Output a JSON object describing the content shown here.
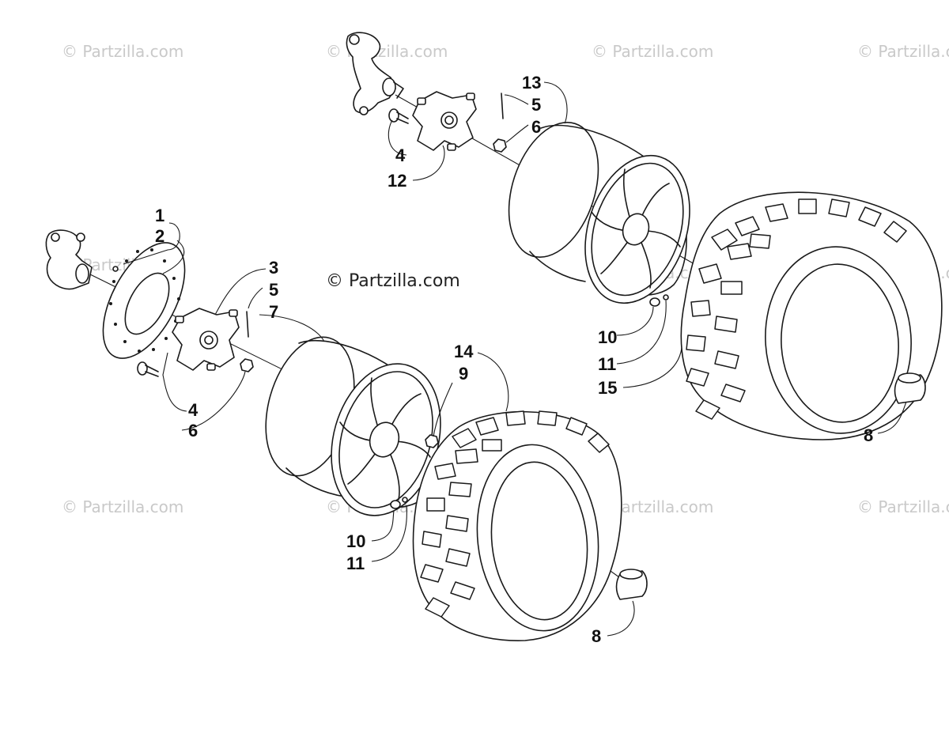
{
  "watermarks": {
    "text": "© Partzilla.com",
    "center_text": "© Partzilla.com"
  },
  "callouts": {
    "c1": "1",
    "c2": "2",
    "c3": "3",
    "c4_left": "4",
    "c4_top": "4",
    "c5_left": "5",
    "c5_top": "5",
    "c6_left": "6",
    "c6_top": "6",
    "c7": "7",
    "c8_bottom": "8",
    "c8_right": "8",
    "c9": "9",
    "c10_bottom": "10",
    "c10_right": "10",
    "c11_bottom": "11",
    "c11_right": "11",
    "c12": "12",
    "c13": "13",
    "c14": "14",
    "c15": "15"
  },
  "colors": {
    "ink": "#1a1a1a",
    "watermark": "#c9c9c9",
    "background": "#ffffff"
  }
}
